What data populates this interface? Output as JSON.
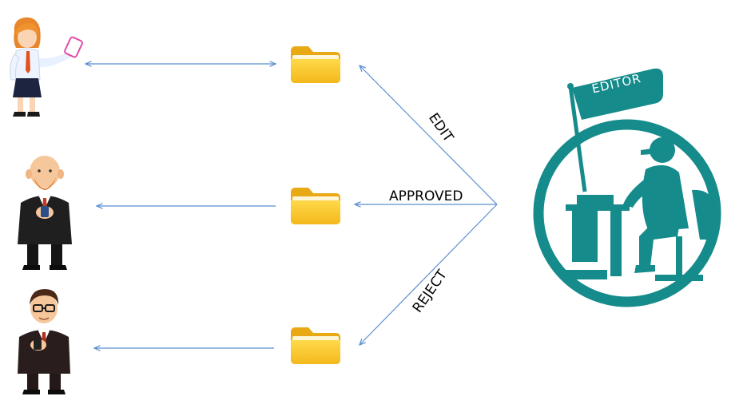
{
  "labels": {
    "edit": "EDIT",
    "approved": "APPROVED",
    "reject": "REJECT",
    "editor_flag": "EDITOR"
  },
  "actors": [
    {
      "icon": "woman-with-phone-icon"
    },
    {
      "icon": "bald-man-in-suit-icon"
    },
    {
      "icon": "man-with-glasses-icon"
    }
  ],
  "folders": [
    {
      "icon": "folder-icon"
    },
    {
      "icon": "folder-icon"
    },
    {
      "icon": "folder-icon"
    }
  ],
  "editor": {
    "icon": "editor-at-desk-icon"
  },
  "colors": {
    "arrow": "#5b8fd0",
    "editor_teal": "#158b8b",
    "folder": "#f7c425"
  }
}
